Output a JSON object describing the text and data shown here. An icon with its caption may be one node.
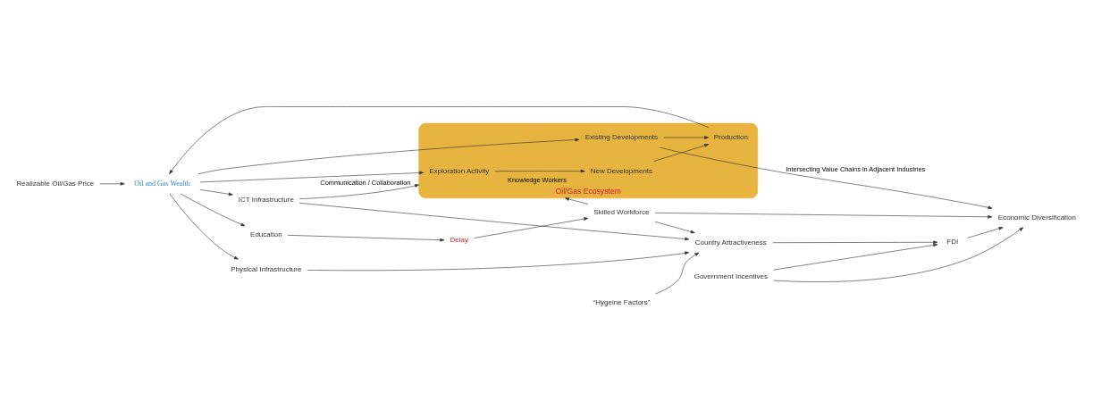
{
  "diagram": {
    "nodes": [
      {
        "text": [
          "Oil/Gas Ecosystem"
        ]
      },
      {
        "text": [
          "Exploration Activity"
        ],
        "in": 0
      },
      {
        "text": [
          "Existing Developments"
        ],
        "in": 0
      },
      {
        "text": [
          "New Developments"
        ],
        "in": 0
      },
      {
        "text": [
          "Production"
        ],
        "in": 0
      },
      {
        "text": [
          "Oil and Gas Wealth"
        ]
      },
      {
        "text": [
          "ICT Infrastructure"
        ]
      },
      {
        "text": [
          "Physical Infrastructure"
        ]
      },
      {
        "text": [
          "Education"
        ]
      },
      {
        "text": [
          "Delay"
        ]
      },
      {
        "text": [
          "Skilled Workforce"
        ]
      },
      {
        "text": [
          "Realizable Oil/Gas Price"
        ]
      },
      {
        "text": [
          "“Hygeine Factors”"
        ]
      },
      {
        "text": [
          "Country Attractiveness"
        ]
      },
      {
        "text": [
          "FDI"
        ]
      },
      {
        "text": [
          "Government Incentives"
        ]
      },
      {
        "text": [
          "Economic Diversification"
        ]
      }
    ],
    "edges": [
      {
        "from": 5,
        "to": 1,
        "arrow": "to"
      },
      {
        "from": 5,
        "to": 2,
        "arrow": "to"
      },
      {
        "from": 1,
        "to": 3,
        "arrow": "to"
      },
      {
        "from": 3,
        "to": 4,
        "arrow": "to"
      },
      {
        "from": 2,
        "to": 4,
        "arrow": "to"
      },
      {
        "from": 4,
        "to": 5,
        "arrow": "to"
      },
      {
        "from": 11,
        "to": 5,
        "arrow": "to"
      },
      {
        "from": 5,
        "to": 6,
        "arrow": "to"
      },
      {
        "from": 5,
        "to": 7,
        "arrow": "to"
      },
      {
        "from": 5,
        "to": 8,
        "arrow": "to"
      },
      {
        "from": 6,
        "to": 0,
        "arrow": "to",
        "label": "Communication / Collaboration"
      },
      {
        "from": 6,
        "to": 13,
        "arrow": "to"
      },
      {
        "from": 7,
        "to": 13,
        "arrow": "to"
      },
      {
        "from": 8,
        "to": 9,
        "arrow": "to"
      },
      {
        "from": 9,
        "to": 10,
        "arrow": "to"
      },
      {
        "from": 10,
        "to": 13,
        "arrow": "to"
      },
      {
        "from": 10,
        "to": 16,
        "arrow": "to"
      },
      {
        "from": 10,
        "to": 0,
        "arrow": "to",
        "label": "Knowledge Workers"
      },
      {
        "from": 2,
        "to": 16,
        "arrow": "to",
        "label": "Intersecting Value Chains in Adjacent Industries"
      },
      {
        "from": 12,
        "to": 13,
        "arrow": "to"
      },
      {
        "from": 13,
        "to": 14,
        "arrow": "to"
      },
      {
        "from": 15,
        "to": 14,
        "arrow": "to"
      },
      {
        "from": 15,
        "to": 16,
        "arrow": "to"
      },
      {
        "from": 14,
        "to": 16,
        "arrow": "to"
      }
    ]
  }
}
